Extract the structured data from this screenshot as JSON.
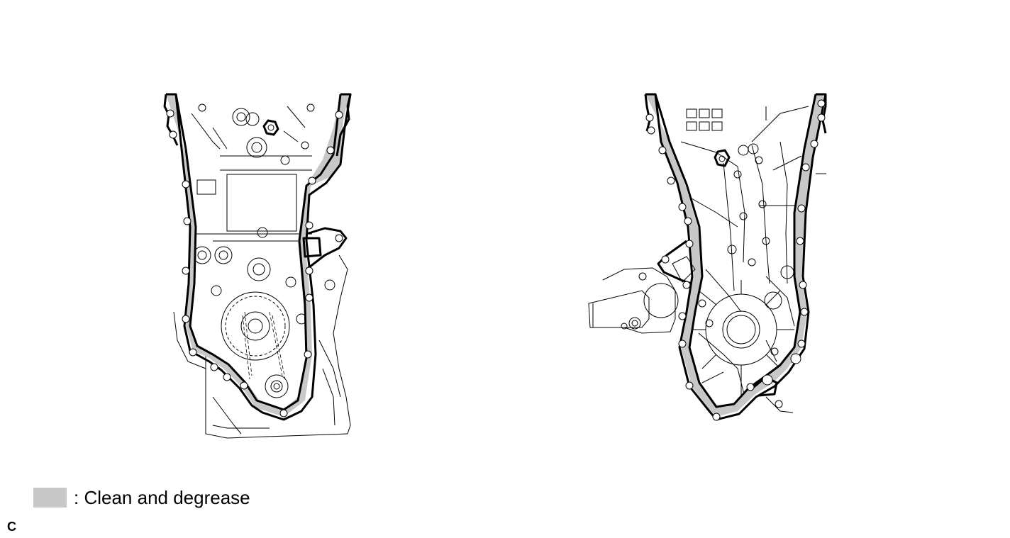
{
  "legend": {
    "label": ": Clean and degrease",
    "swatch_color": "#c8c8c8"
  },
  "corner_code": "C",
  "figures": [
    {
      "name": "timing-chain-cover-engine-side"
    },
    {
      "name": "timing-chain-cover-outer-side"
    }
  ]
}
